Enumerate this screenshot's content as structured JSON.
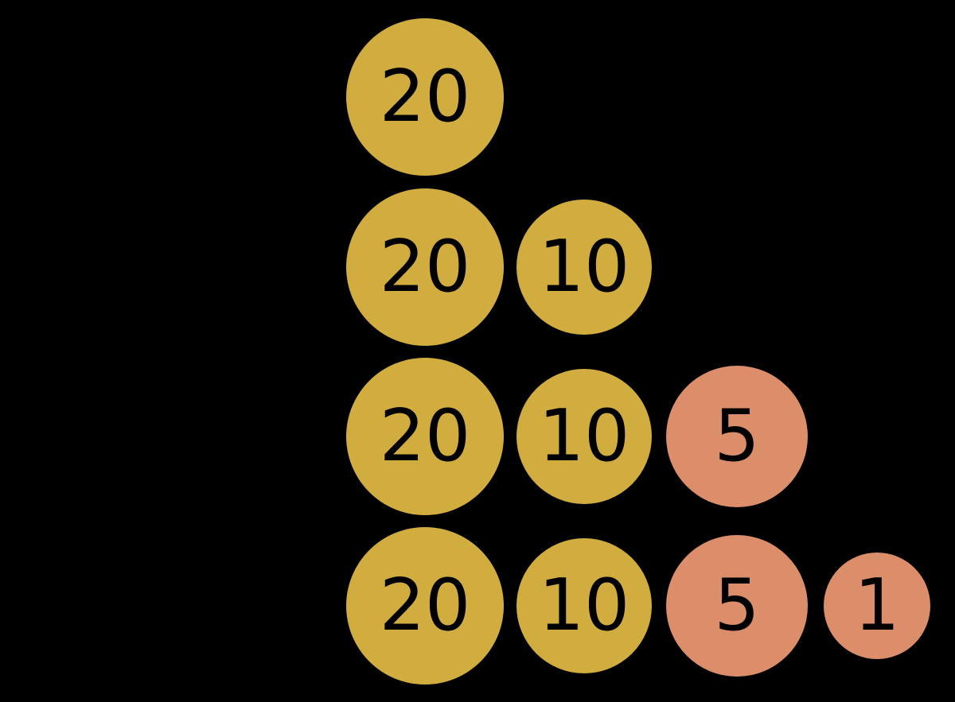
{
  "background_color": "#000000",
  "coin_colors": {
    "gold": "#D1AC3F",
    "copper": "#DC8E6B",
    "label_text": "#000000"
  },
  "denominations": {
    "20": {
      "color": "gold"
    },
    "10": {
      "color": "gold"
    },
    "5": {
      "color": "copper"
    },
    "1": {
      "color": "copper"
    }
  },
  "rows": [
    {
      "coins": [
        {
          "value": "20"
        }
      ]
    },
    {
      "coins": [
        {
          "value": "20"
        },
        {
          "value": "10"
        }
      ]
    },
    {
      "coins": [
        {
          "value": "20"
        },
        {
          "value": "10"
        },
        {
          "value": "5"
        }
      ]
    },
    {
      "coins": [
        {
          "value": "20"
        },
        {
          "value": "10"
        },
        {
          "value": "5"
        },
        {
          "value": "1"
        }
      ]
    }
  ]
}
